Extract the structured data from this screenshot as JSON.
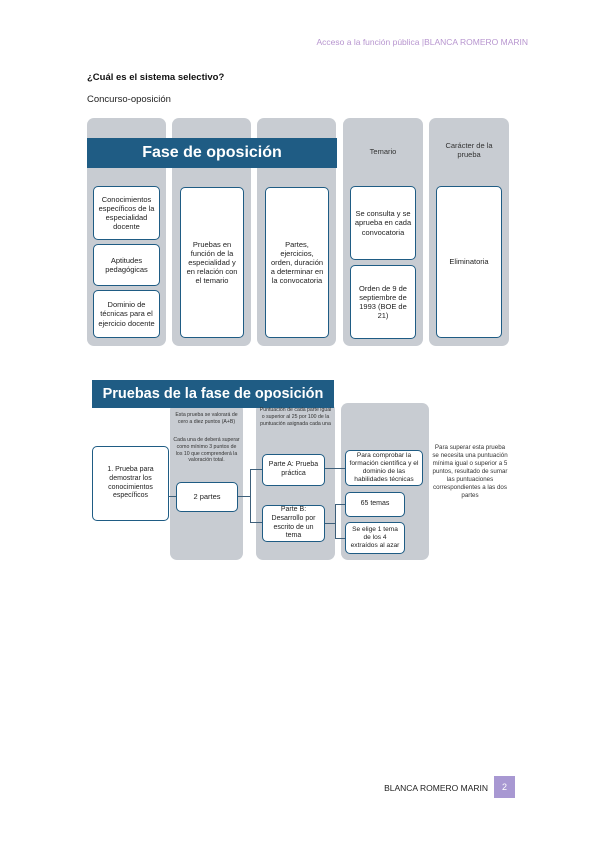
{
  "header": {
    "text": "Acceso a la función pública |BLANCA ROMERO MARIN"
  },
  "question": "¿Cuál es el sistema selectivo?",
  "subtitle": "Concurso-oposición",
  "diagram1": {
    "title": "Fase de oposición",
    "col_temario_label": "Temario",
    "col_caracter_label": "Carácter de la prueba",
    "conocimientos": "Conocimientos específicos de la especialidad docente",
    "aptitudes": "Aptitudes pedagógicas",
    "dominio": "Dominio de técnicas para el ejercicio docente",
    "pruebas": "Pruebas en función de la especialidad y en relación con el temario",
    "partes": "Partes, ejercicios, orden, duración a determinar en la convocatoria",
    "temario_consulta": "Se consulta y se aprueba en cada convocatoria",
    "temario_orden": "Orden de 9 de septiembre de 1993 (BOE de 21)",
    "eliminatoria": "Eliminatoria"
  },
  "diagram2": {
    "title": "Pruebas de la fase de oposición",
    "prueba1": "1. Prueba para demostrar los conocimientos específicos",
    "valoracion_note_1": "Esta prueba se valorará de cero a diez puntos (A+B)",
    "valoracion_note_2": "Cada una de deberá superar como mínimo 3 puntos de los 10 que comprenderá la valoración total.",
    "dos_partes": "2 partes",
    "puntuacion_note": "Puntuación de cada parte igual o superior al 25 por 100 de la puntuación asignada cada una",
    "parte_a": "Parte A: Prueba práctica",
    "parte_b": "Parte B: Desarrollo por escrito de un tema",
    "comprobar": "Para comprobar la formación científica y el dominio de las habilidades técnicas",
    "temas": "65 temas",
    "elige": "Se elige 1 tema de los 4 extraídos al azar",
    "superar_note": "Para superar esta prueba se necesita una puntuación mínima igual o superior a 5 puntos, resultado de sumar las puntuaciones correspondientes a las dos partes"
  },
  "footer": {
    "author": "BLANCA ROMERO MARIN",
    "page": "2"
  },
  "colors": {
    "navy": "#1f5c84",
    "gray": "#c8ccd2",
    "lavender": "#a898d2",
    "header_text": "#b795cf"
  }
}
